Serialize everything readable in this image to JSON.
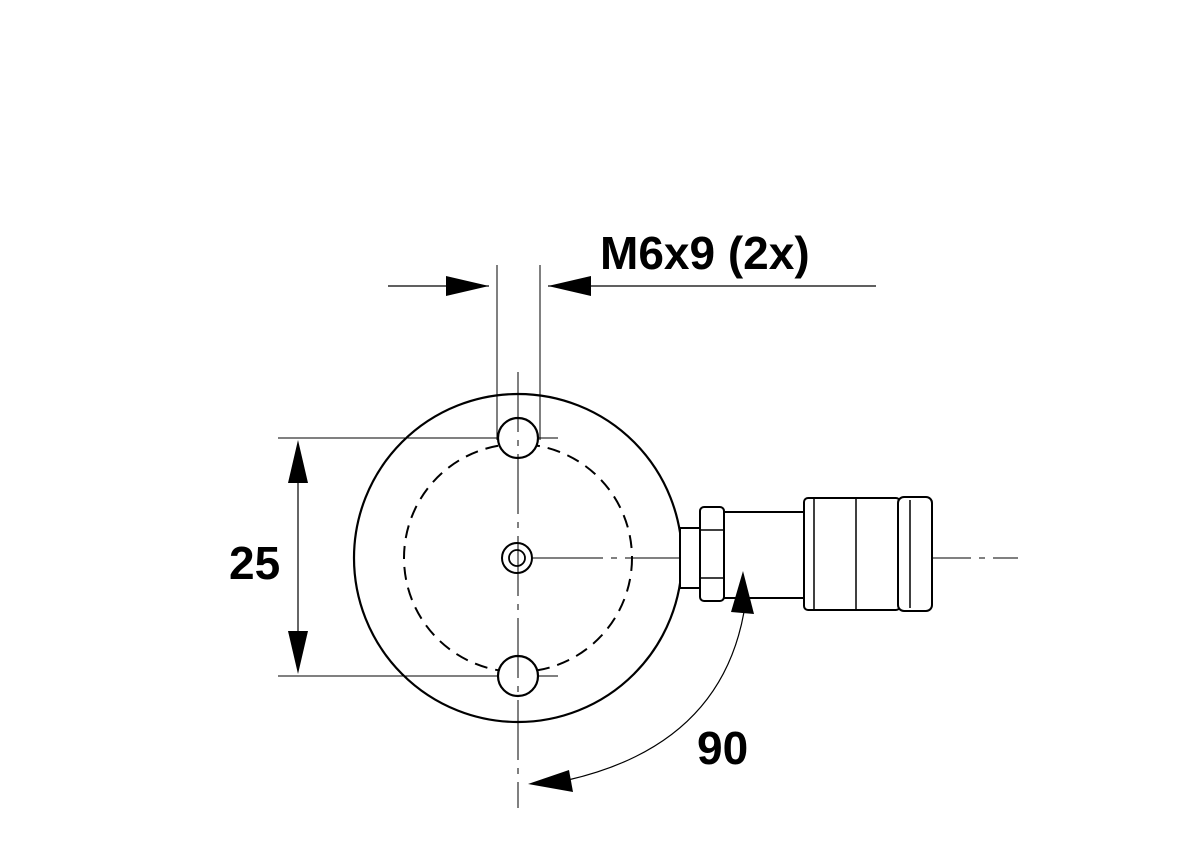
{
  "labels": {
    "thread_callout": "M6x9 (2x)",
    "hole_spacing": "25",
    "port_angle": "90"
  },
  "colors": {
    "line": "#000000",
    "background": "#ffffff"
  }
}
